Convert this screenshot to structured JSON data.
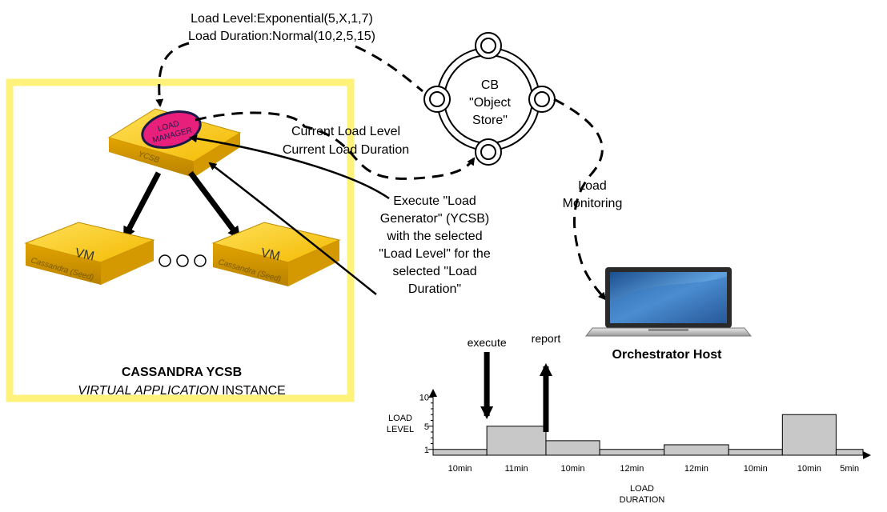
{
  "load_spec": {
    "line1": "Load Level:Exponential(5,X,1,7)",
    "line2": "Load Duration:Normal(10,2,5,15)"
  },
  "application_instance": {
    "title": "CASSANDRA YCSB",
    "subtitle_italic": "VIRTUAL APPLICATION",
    "subtitle_rest": " INSTANCE",
    "accent_color": "#fff27a"
  },
  "load_manager": {
    "line1": "LOAD",
    "line2": "MANAGER",
    "color": "#e8207c",
    "node_label": "YCSB"
  },
  "vms": [
    {
      "label": "VM",
      "sublabel": "Cassandra (Seed)"
    },
    {
      "label": "VM",
      "sublabel": "Cassandra (Seed)"
    }
  ],
  "object_store": {
    "line1": "CB",
    "line2": "\"Object",
    "line3": "Store\""
  },
  "current_load": {
    "line1": "Current Load Level",
    "line2": "Current Load Duration"
  },
  "execute_note": {
    "lines": [
      "Execute \"Load",
      "Generator\" (YCSB)",
      "with the selected",
      "\"Load Level\" for the",
      "selected \"Load",
      "Duration\""
    ]
  },
  "load_monitoring": {
    "line1": "Load",
    "line2": "Monitoring"
  },
  "orchestrator": {
    "label": "Orchestrator Host"
  },
  "timeline_labels": {
    "execute": "execute",
    "report": "report"
  },
  "chart_data": {
    "type": "bar",
    "ylabel": "LOAD LEVEL",
    "xlabel": "LOAD DURATION",
    "yticks": [
      "1",
      "5",
      "10"
    ],
    "ylim": [
      0,
      12
    ],
    "segments": [
      {
        "duration_label": "10min",
        "level": 1
      },
      {
        "duration_label": "11min",
        "level": 5
      },
      {
        "duration_label": "10min",
        "level": 2.5
      },
      {
        "duration_label": "12min",
        "level": 1
      },
      {
        "duration_label": "12min",
        "level": 1.8
      },
      {
        "duration_label": "10min",
        "level": 1
      },
      {
        "duration_label": "10min",
        "level": 7
      },
      {
        "duration_label": "5min",
        "level": 1
      }
    ],
    "bar_color": "#c8c8c8"
  }
}
